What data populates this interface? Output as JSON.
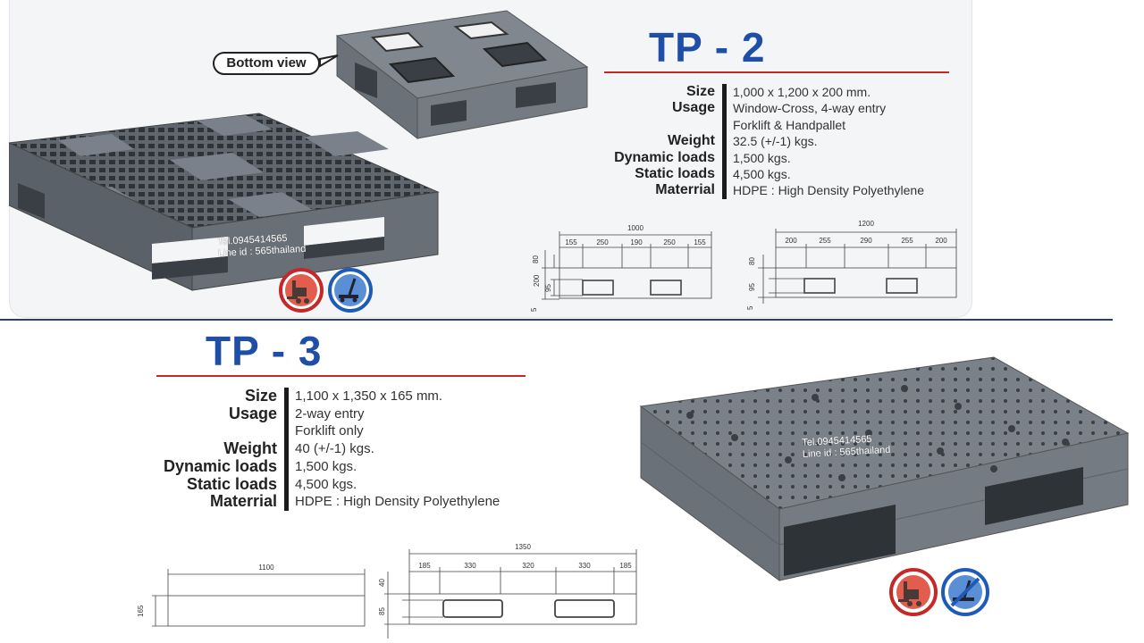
{
  "callout": {
    "label": "Bottom view"
  },
  "tp2": {
    "title": "TP - 2",
    "labels": [
      "Size",
      "Usage",
      "",
      "Weight",
      "Dynamic loads",
      "Static loads",
      "Materrial"
    ],
    "values": [
      "1,000 x 1,200 x 200 mm.",
      "Window-Cross, 4-way entry",
      "Forklift & Handpallet",
      "32.5 (+/-1) kgs.",
      "1,500 kgs.",
      "4,500 kgs.",
      "HDPE : High Density Polyethylene"
    ],
    "watermark": {
      "tel": "Tel.0945414565",
      "line": "Line id : 565thailand"
    },
    "icons": [
      "forklift-icon",
      "handpallet-icon"
    ],
    "drawing1": {
      "total": "1000",
      "dims": [
        "155",
        "250",
        "190",
        "250",
        "155"
      ],
      "height_total": "200",
      "height_top": "80",
      "height_mid": "95",
      "height_bot": "5"
    },
    "drawing2": {
      "total": "1200",
      "dims": [
        "200",
        "255",
        "290",
        "255",
        "200"
      ],
      "height_top": "80",
      "height_mid": "95",
      "height_bot": "5"
    }
  },
  "tp3": {
    "title": "TP - 3",
    "labels": [
      "Size",
      "Usage",
      "",
      "Weight",
      "Dynamic loads",
      "Static loads",
      "Materrial"
    ],
    "values": [
      "1,100 x 1,350 x 165 mm.",
      "2-way entry",
      "Forklift only",
      "40 (+/-1) kgs.",
      "1,500 kgs.",
      "4,500 kgs.",
      "HDPE : High Density Polyethylene"
    ],
    "watermark": {
      "tel": "Tel.0945414565",
      "line": "Line id : 565thailand"
    },
    "icons": [
      "forklift-icon",
      "handpallet-prohibited-icon"
    ],
    "drawing1": {
      "total": "1100",
      "height": "165"
    },
    "drawing2": {
      "total": "1350",
      "dims": [
        "185",
        "330",
        "320",
        "330",
        "185"
      ],
      "height_top": "40",
      "height_mid": "85"
    }
  },
  "colors": {
    "title_blue": "#1f4ea8",
    "rule_red": "#c62828",
    "pallet_grey": "#6d747c",
    "icon_red": "#c62828",
    "icon_blue": "#1e5bb8"
  }
}
